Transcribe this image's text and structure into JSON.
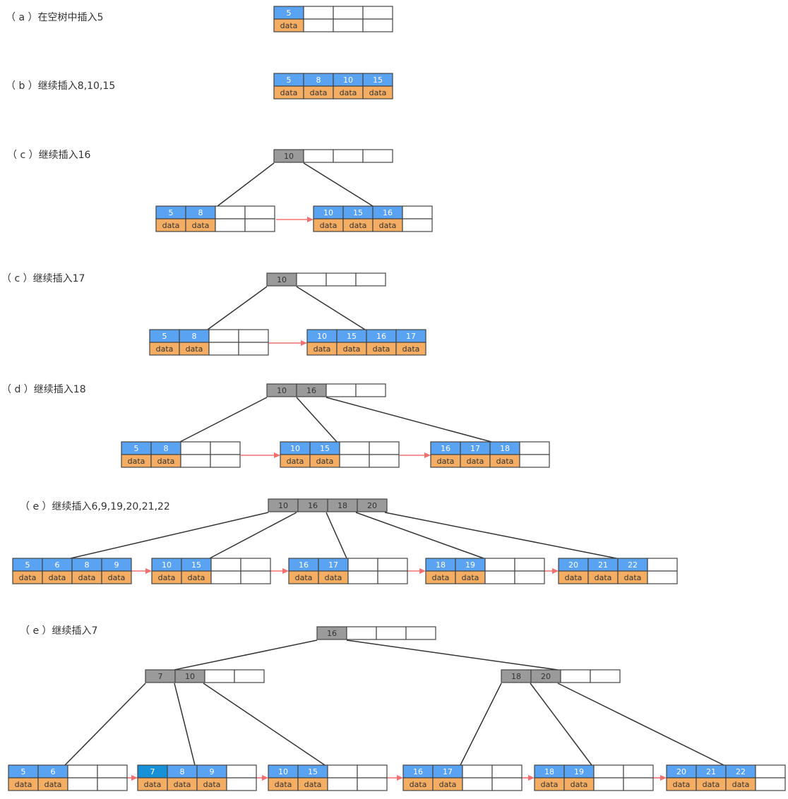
{
  "colors": {
    "key_cell": "#5aa2f2",
    "key_cell_highlight": "#1690d6",
    "data_cell": "#f4ad62",
    "internal_cell": "#9a9a9a",
    "empty_cell": "#ffffff",
    "border": "#444444",
    "edge": "#333333",
    "leaf_link": "#f07070",
    "text": "#333333"
  },
  "data_label": "data",
  "steps": [
    {
      "caption": "（ a ）在空树中插入5",
      "internal": [],
      "leaves": [
        {
          "keys": [
            "5"
          ]
        }
      ]
    },
    {
      "caption": "（ b ）继续插入8,10,15",
      "internal": [],
      "leaves": [
        {
          "keys": [
            "5",
            "8",
            "10",
            "15"
          ]
        }
      ]
    },
    {
      "caption": "（ c ）继续插入16",
      "internal": [
        {
          "keys": [
            "10"
          ]
        }
      ],
      "leaves": [
        {
          "keys": [
            "5",
            "8"
          ]
        },
        {
          "keys": [
            "10",
            "15",
            "16"
          ]
        }
      ]
    },
    {
      "caption": "（ c ）继续插入17",
      "internal": [
        {
          "keys": [
            "10"
          ]
        }
      ],
      "leaves": [
        {
          "keys": [
            "5",
            "8"
          ]
        },
        {
          "keys": [
            "10",
            "15",
            "16",
            "17"
          ]
        }
      ]
    },
    {
      "caption": "（ d ）继续插入18",
      "internal": [
        {
          "keys": [
            "10",
            "16"
          ]
        }
      ],
      "leaves": [
        {
          "keys": [
            "5",
            "8"
          ]
        },
        {
          "keys": [
            "10",
            "15"
          ]
        },
        {
          "keys": [
            "16",
            "17",
            "18"
          ]
        }
      ]
    },
    {
      "caption": "（ e ）继续插入6,9,19,20,21,22",
      "internal": [
        {
          "keys": [
            "10",
            "16",
            "18",
            "20"
          ]
        }
      ],
      "leaves": [
        {
          "keys": [
            "5",
            "6",
            "8",
            "9"
          ]
        },
        {
          "keys": [
            "10",
            "15"
          ]
        },
        {
          "keys": [
            "16",
            "17"
          ]
        },
        {
          "keys": [
            "18",
            "19"
          ]
        },
        {
          "keys": [
            "20",
            "21",
            "22"
          ]
        }
      ]
    },
    {
      "caption": "（ e ）继续插入7",
      "internal": [
        {
          "keys": [
            "16"
          ]
        },
        {
          "keys": [
            "7",
            "10"
          ]
        },
        {
          "keys": [
            "18",
            "20"
          ]
        }
      ],
      "leaves": [
        {
          "keys": [
            "5",
            "6"
          ]
        },
        {
          "keys": [
            "7",
            "8",
            "9"
          ],
          "highlight": [
            "7"
          ]
        },
        {
          "keys": [
            "10",
            "15"
          ]
        },
        {
          "keys": [
            "16",
            "17"
          ]
        },
        {
          "keys": [
            "18",
            "19"
          ]
        },
        {
          "keys": [
            "20",
            "21",
            "22"
          ]
        }
      ]
    }
  ]
}
